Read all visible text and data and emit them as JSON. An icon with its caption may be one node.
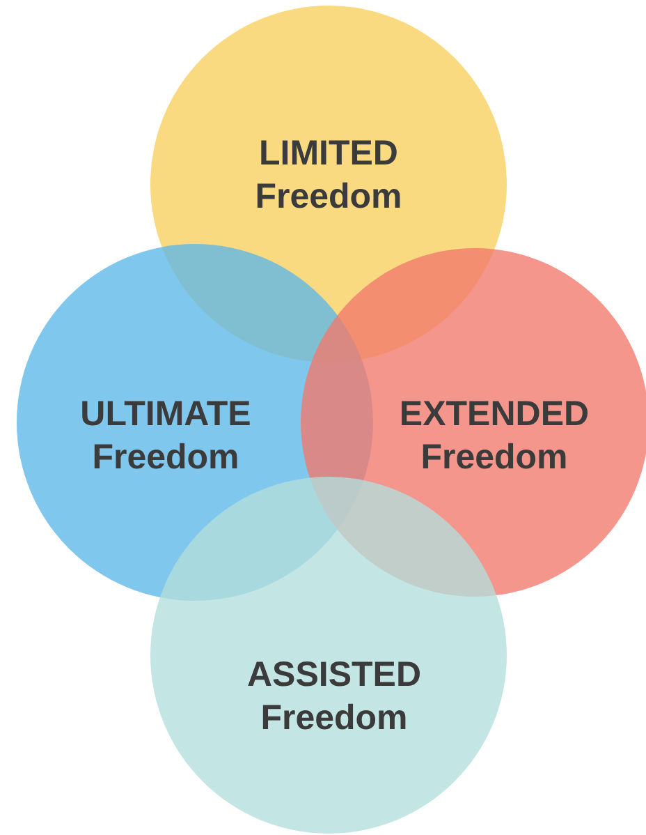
{
  "diagram": {
    "nodes": [
      {
        "text": [
          "LIMITED Freedom"
        ]
      },
      {
        "text": [
          "ULTIMATE Freedom"
        ]
      },
      {
        "text": [
          "EXTENDED Freedom"
        ]
      },
      {
        "text": [
          "ASSISTED Freedom"
        ]
      }
    ]
  }
}
